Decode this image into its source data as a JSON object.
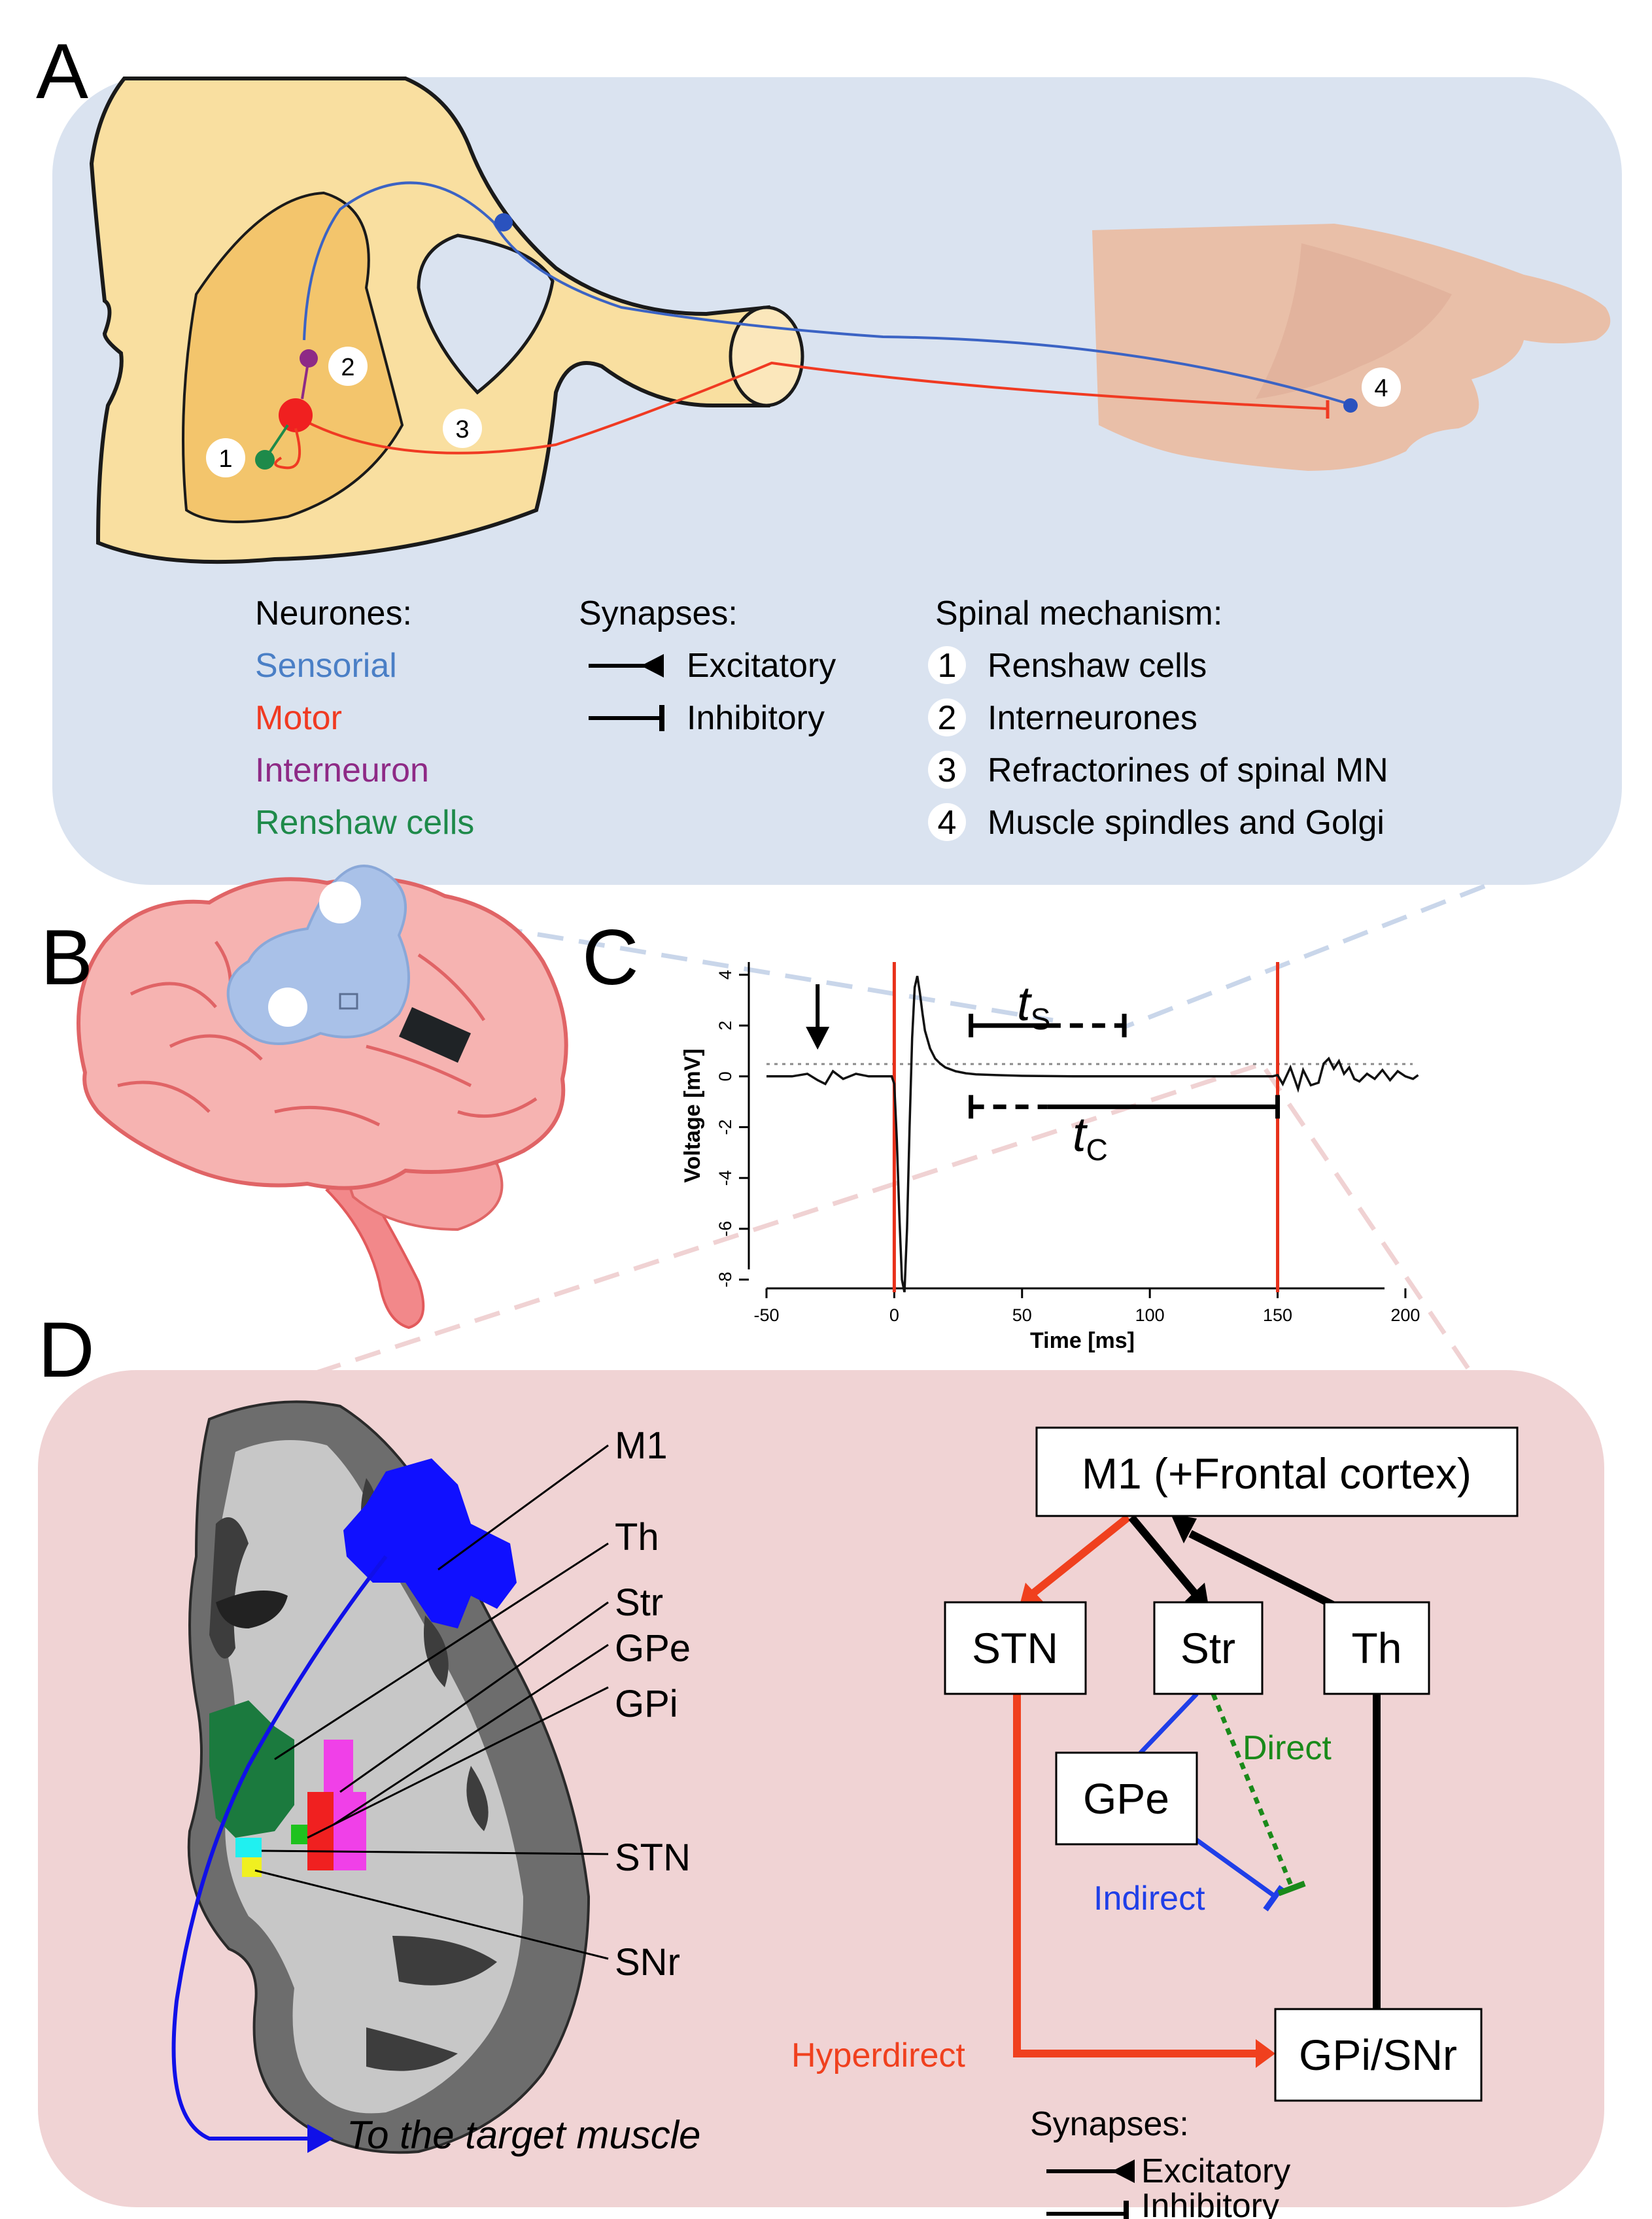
{
  "panels": {
    "a": "A",
    "b": "B",
    "c": "C",
    "d": "D"
  },
  "panel_a": {
    "spinal_numbers": [
      "1",
      "2",
      "3",
      "4"
    ],
    "legend_neurones": {
      "title": "Neurones:",
      "items": [
        {
          "label": "Sensorial",
          "color": "#4a7fc6"
        },
        {
          "label": "Motor",
          "color": "#f03a22"
        },
        {
          "label": "Interneuron",
          "color": "#8e2a86"
        },
        {
          "label": "Renshaw cells",
          "color": "#1e8a4a"
        }
      ]
    },
    "legend_synapses": {
      "title": "Synapses:",
      "excitatory": "Excitatory",
      "inhibitory": "Inhibitory"
    },
    "legend_mechanism": {
      "title": "Spinal mechanism:",
      "items": [
        {
          "n": "1",
          "label": "Renshaw cells"
        },
        {
          "n": "2",
          "label": "Interneurones"
        },
        {
          "n": "3",
          "label": "Refractorines of spinal MN"
        },
        {
          "n": "4",
          "label": "Muscle spindles and Golgi"
        }
      ]
    }
  },
  "panel_c": {
    "ylabel": "Voltage [mV]",
    "xlabel": "Time [ms]",
    "ts_label": "t",
    "ts_sub": "S",
    "tc_label": "t",
    "tc_sub": "C"
  },
  "chart_data": {
    "type": "line",
    "xlabel": "Time [ms]",
    "ylabel": "Voltage [mV]",
    "xlim": [
      -50,
      210
    ],
    "ylim": [
      -8.5,
      4.5
    ],
    "x_ticks": [
      -50,
      0,
      50,
      100,
      150,
      200
    ],
    "y_ticks": [
      4,
      2,
      0,
      -2,
      -4,
      -6,
      -8
    ],
    "vertical_markers_ms": [
      0,
      150
    ],
    "stimulus_arrow_ms": -30,
    "series": [
      {
        "x": [
          -50,
          -40,
          -34,
          -30,
          -27,
          -24,
          -20,
          -15,
          -10,
          -5,
          -1,
          0,
          1,
          2,
          3,
          4,
          5,
          6,
          7,
          8,
          9,
          10,
          11,
          12,
          14,
          16,
          18,
          20,
          24,
          28,
          32,
          40,
          50,
          70,
          90,
          110,
          130,
          148,
          150,
          152,
          155,
          158,
          160,
          163,
          166,
          168,
          170,
          172,
          174,
          176,
          178,
          180,
          182,
          185,
          188,
          191,
          194,
          197,
          200,
          203,
          205
        ],
        "y": [
          0,
          0,
          0.1,
          -0.15,
          -0.3,
          0.2,
          -0.1,
          0.1,
          0,
          0,
          0,
          -0.3,
          -2.5,
          -5.5,
          -8.0,
          -8.5,
          -6.0,
          -2.0,
          1.5,
          3.5,
          3.95,
          3.3,
          2.5,
          1.8,
          1.1,
          0.7,
          0.5,
          0.35,
          0.2,
          0.12,
          0.08,
          0.05,
          0.02,
          0,
          0,
          0,
          0,
          0,
          0.05,
          -0.3,
          0.35,
          -0.5,
          0.25,
          -0.35,
          -0.25,
          0.5,
          0.7,
          0.3,
          0.6,
          0.1,
          0.35,
          -0.1,
          -0.2,
          0.1,
          -0.1,
          0.25,
          -0.15,
          0.2,
          0,
          -0.1,
          0.05
        ]
      }
    ],
    "intervals": [
      {
        "name": "tS",
        "start_ms": 30,
        "end_ms": 90,
        "y_mV": 2.0
      },
      {
        "name": "tC",
        "start_ms": 30,
        "end_ms": 150,
        "y_mV": -1.2
      }
    ]
  },
  "panel_d": {
    "brain_labels": [
      "M1",
      "Th",
      "Str",
      "GPe",
      "GPi",
      "STN",
      "SNr"
    ],
    "target_muscle": "To the target muscle",
    "boxes": {
      "m1": "M1 (+Frontal cortex)",
      "stn": "STN",
      "str": "Str",
      "th": "Th",
      "gpe": "GPe",
      "gpi": "GPi/SNr"
    },
    "pathways": {
      "direct": "Direct",
      "indirect": "Indirect",
      "hyperdirect": "Hyperdirect"
    },
    "pathway_colors": {
      "direct": "#1a8a1a",
      "indirect": "#1f3fe8",
      "hyperdirect": "#f0401e"
    },
    "legend_synapses": {
      "title": "Synapses:",
      "excitatory": "Excitatory",
      "inhibitory": "Inhibitory"
    }
  }
}
